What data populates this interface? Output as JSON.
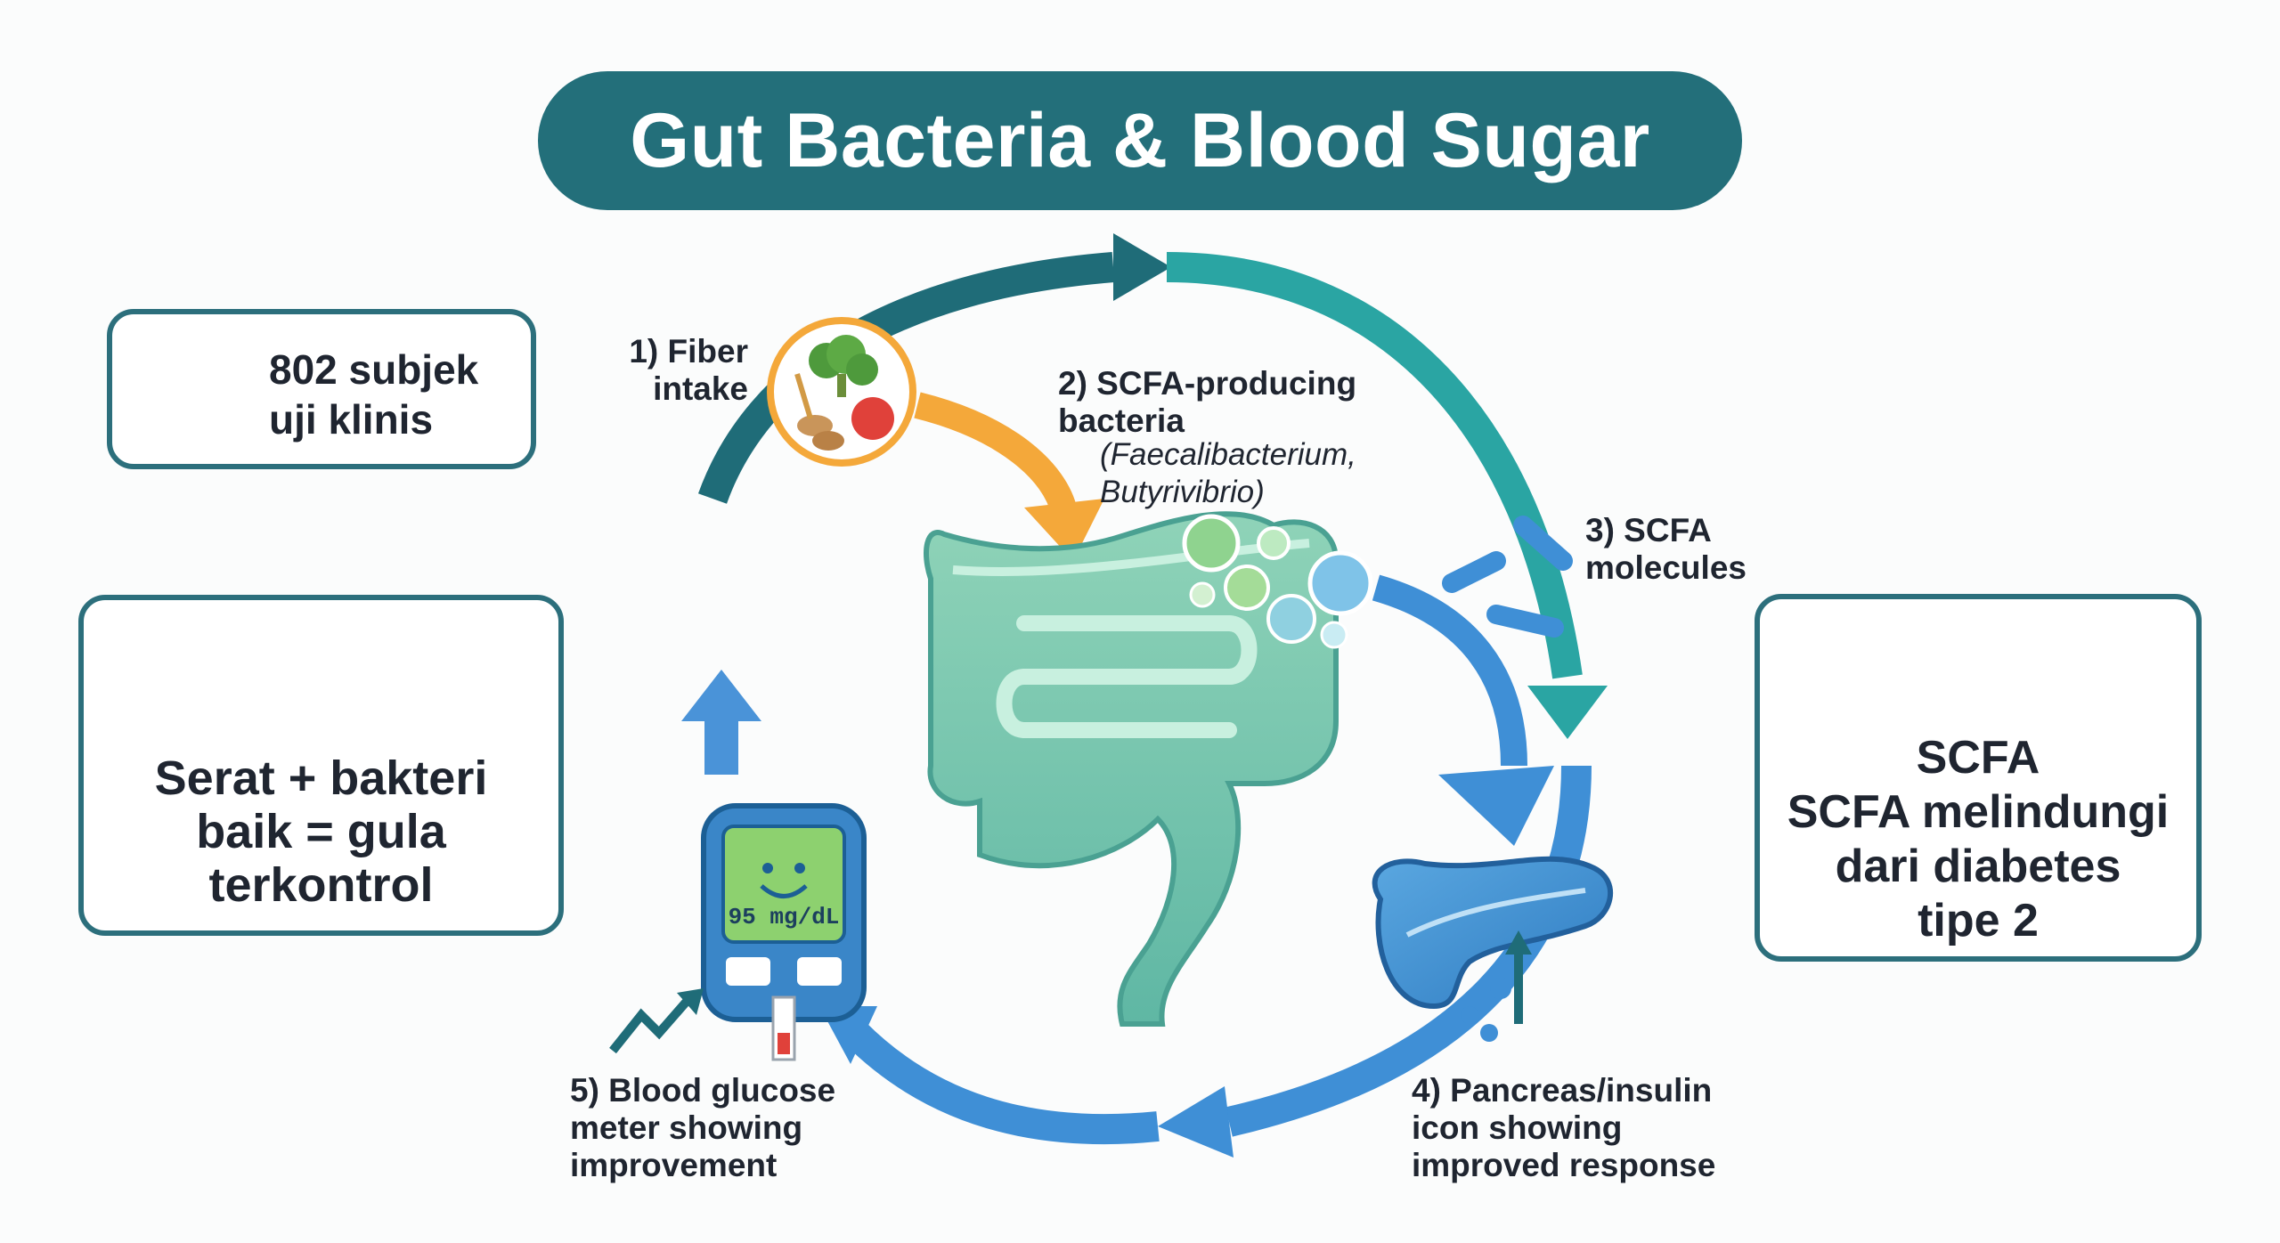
{
  "title": "Gut Bacteria & Blood Sugar",
  "subjects_card": {
    "text": "802 subjek\nuji klinis",
    "icon": "people-group-icon"
  },
  "summary_card": {
    "text": "Serat + bakteri\nbaik = gula\nterkontrol",
    "icons": [
      "wheat-leaf-icon",
      "bacteria-icon"
    ]
  },
  "scfa_card": {
    "text": "SCFA\nSCFA melindungi\ndari diabetes\ntipe 2",
    "icon": "shield-molecule-icon"
  },
  "steps": [
    {
      "label": "1) Fiber\nintake",
      "icon": "fiber-food-icon"
    },
    {
      "label": "2) SCFA-producing\nbacteria",
      "sublabel": "(Faecalibacterium,\nButyrivibrio)",
      "icon": "gut-bacteria-icon"
    },
    {
      "label": "3) SCFA\nmolecules",
      "icon": "molecule-icon"
    },
    {
      "label": "4) Pancreas/insulin\nicon showing\nimproved response",
      "icon": "pancreas-icon"
    },
    {
      "label": "5) Blood glucose\nmeter showing\nimprovement",
      "icon": "glucose-meter-icon"
    }
  ],
  "glucose_reading": "95 mg/dL",
  "colors": {
    "teal_dark": "#236f7a",
    "teal": "#2aa5a3",
    "blue": "#3f8fd6",
    "orange": "#f4a83a",
    "intestine": "#7ec9b0"
  }
}
